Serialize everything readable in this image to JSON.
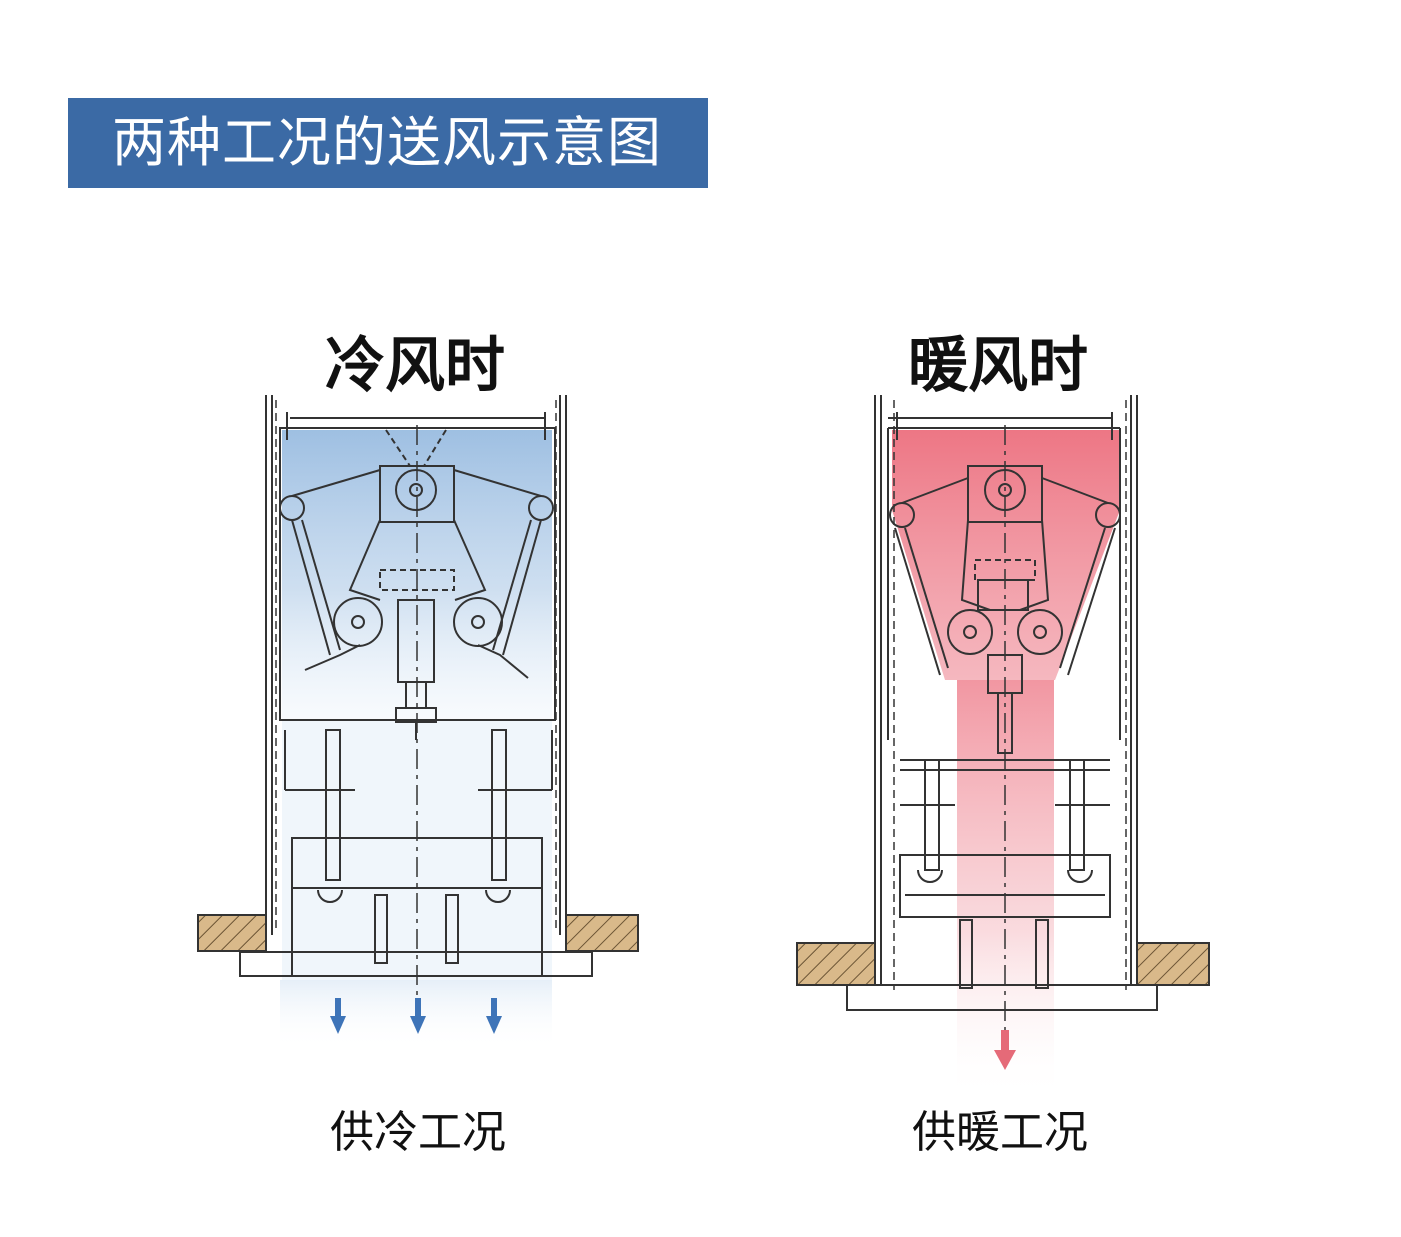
{
  "header": {
    "title": "两种工况的送风示意图"
  },
  "panels": [
    {
      "id": "cold",
      "mode_title": "冷风时",
      "caption": "供冷工况",
      "air_color": "#8db4dd",
      "arrow_color": "#3e74b8"
    },
    {
      "id": "warm",
      "mode_title": "暖风时",
      "caption": "供暖工况",
      "air_color": "#ec6f7e",
      "arrow_color": "#e56a78"
    }
  ],
  "colors": {
    "banner": "#3b6aa5",
    "line": "#333333",
    "hatch_fill": "#d9b98a"
  }
}
